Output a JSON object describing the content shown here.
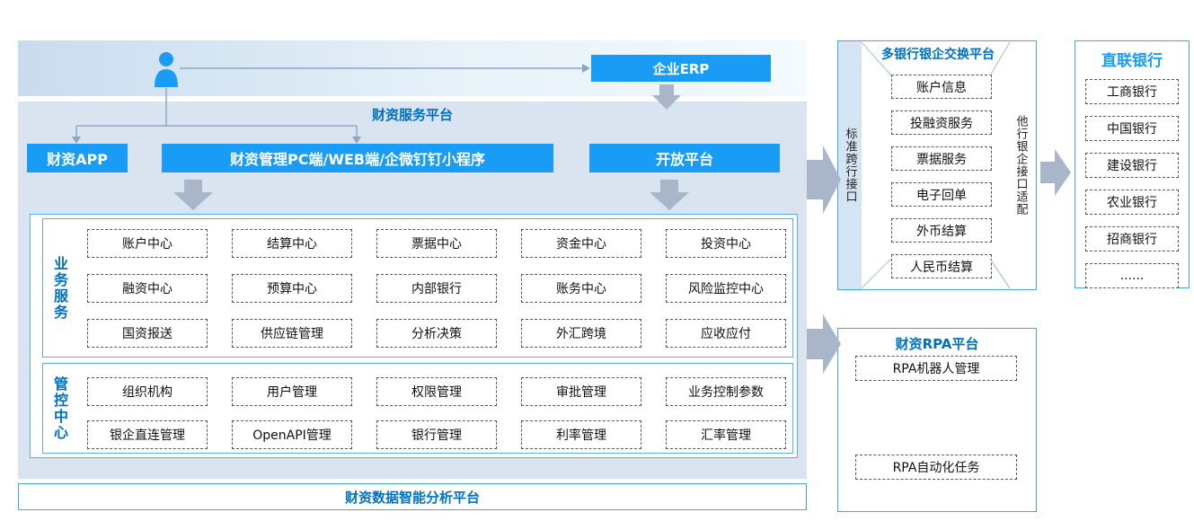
{
  "colors": {
    "accent_blue": "#189cf6",
    "deep_blue_text": "#0070c0",
    "panel_bg": "#d9e4f0",
    "arrow_gray": "#a9b6ca",
    "border_blue": "#45a6e0"
  },
  "top": {
    "erp_label": "企业ERP",
    "service_platform_title": "财资服务平台"
  },
  "app_buttons": [
    "财资APP",
    "财资管理PC端/WEB端/企微钉钉小程序",
    "开放平台"
  ],
  "business": {
    "label": "业务服务",
    "rows": [
      [
        "账户中心",
        "结算中心",
        "票据中心",
        "资金中心",
        "投资中心"
      ],
      [
        "融资中心",
        "预算中心",
        "内部银行",
        "账务中心",
        "风险监控中心"
      ],
      [
        "国资报送",
        "供应链管理",
        "分析决策",
        "外汇跨境",
        "应收应付"
      ]
    ]
  },
  "control": {
    "label": "管控中心",
    "rows": [
      [
        "组织机构",
        "用户管理",
        "权限管理",
        "审批管理",
        "业务控制参数"
      ],
      [
        "银企直连管理",
        "OpenAPI管理",
        "银行管理",
        "利率管理",
        "汇率管理"
      ]
    ]
  },
  "bottom_bar": {
    "label": "财资数据智能分析平台"
  },
  "exchange": {
    "title": "多银行银企交换平台",
    "left_vertical_label": "标准跨行接口",
    "right_vertical_label": "他行银企接口适配",
    "items": [
      "账户信息",
      "投融资服务",
      "票据服务",
      "电子回单",
      "外币结算",
      "人民币结算"
    ]
  },
  "banks": {
    "title": "直联银行",
    "items": [
      "工商银行",
      "中国银行",
      "建设银行",
      "农业银行",
      "招商银行",
      "......"
    ]
  },
  "rpa": {
    "title": "财资RPA平台",
    "items": [
      "RPA机器人管理",
      "RPA自动化任务"
    ]
  }
}
